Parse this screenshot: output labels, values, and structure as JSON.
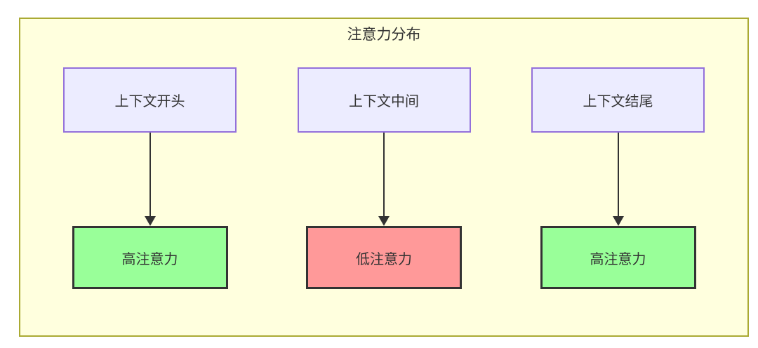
{
  "title": "注意力分布",
  "colors": {
    "page_bg": "#FFFFFF",
    "container_bg": "#FFFFDE",
    "container_border": "#AAAA33",
    "node_bg": "#ECECFF",
    "node_border": "#9370DB",
    "high_bg": "#99FF99",
    "low_bg": "#FF9999",
    "result_border": "#333333",
    "arrow_color": "#333333",
    "text_color": "#333333"
  },
  "columns": [
    {
      "source": "上下文开头",
      "result": "高注意力",
      "level": "high"
    },
    {
      "source": "上下文中间",
      "result": "低注意力",
      "level": "low"
    },
    {
      "source": "上下文结尾",
      "result": "高注意力",
      "level": "high"
    }
  ]
}
